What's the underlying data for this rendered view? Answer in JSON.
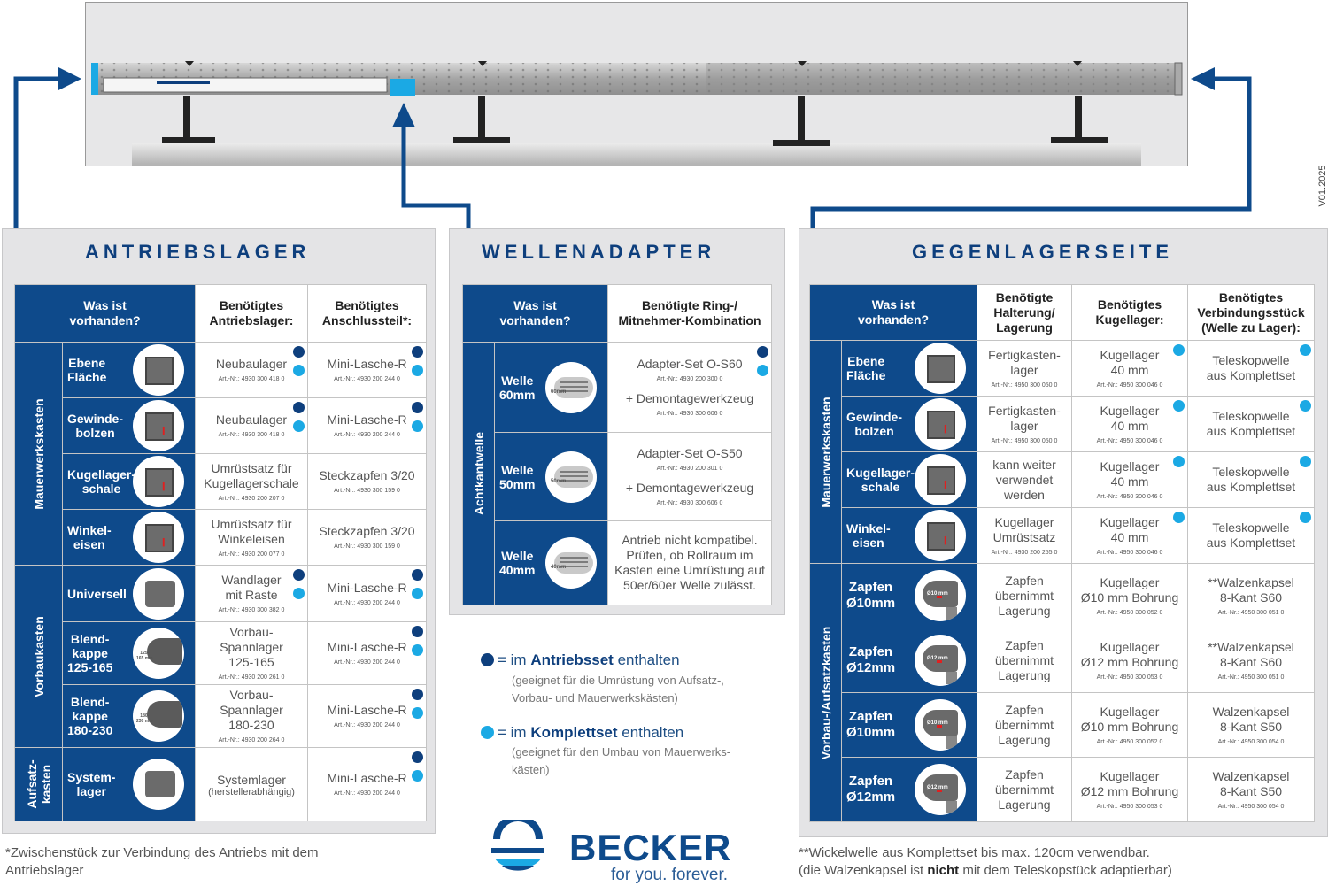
{
  "version": "V01.2025",
  "colors": {
    "dark_dot": "#0e3f7d",
    "light_dot": "#1ba9e4",
    "header_blue": "#0e4a8b",
    "panel_bg": "#e4e4e6"
  },
  "antrieb": {
    "title": "ANTRIEBSLAGER",
    "headers": [
      "Was ist\nvorhanden?",
      "Benötigtes\nAntriebslager:",
      "Benötigtes\nAnschlussteil*:"
    ],
    "groups": [
      "Mauerwerkskasten",
      "Vorbaukasten",
      "Aufsatz-\nkasten"
    ],
    "rows": [
      {
        "label": "Ebene\nFläche",
        "pic": "wall-plate-icon",
        "lager": "Neubaulager",
        "lager_nr": "Art.-Nr.: 4930 300 418 0",
        "lager_dots": [
          "dark",
          "light"
        ],
        "teil": "Mini-Lasche-R",
        "teil_nr": "Art.-Nr.: 4930 200 244 0",
        "teil_dots": [
          "dark",
          "light"
        ]
      },
      {
        "label": "Gewinde-\nbolzen",
        "pic": "threaded-bolt-icon",
        "lager": "Neubaulager",
        "lager_nr": "Art.-Nr.: 4930 300 418 0",
        "lager_dots": [
          "dark",
          "light"
        ],
        "teil": "Mini-Lasche-R",
        "teil_nr": "Art.-Nr.: 4930 200 244 0",
        "teil_dots": [
          "dark",
          "light"
        ]
      },
      {
        "label": "Kugellager-\nschale",
        "pic": "bearing-shell-icon",
        "lager": "Umrüstsatz für\nKugellagerschale",
        "lager_nr": "Art.-Nr.: 4930 200 207 0",
        "lager_dots": [],
        "teil": "Steckzapfen 3/20",
        "teil_nr": "Art.-Nr.: 4930 300 159 0",
        "teil_dots": []
      },
      {
        "label": "Winkel-\neisen",
        "pic": "angle-iron-icon",
        "lager": "Umrüstsatz für\nWinkeleisen",
        "lager_nr": "Art.-Nr.: 4930 200 077 0",
        "lager_dots": [],
        "teil": "Steckzapfen 3/20",
        "teil_nr": "Art.-Nr.: 4930 300 159 0",
        "teil_dots": []
      },
      {
        "label": "Universell",
        "pic": "universal-bracket-icon",
        "lager": "Wandlager\nmit Raste",
        "lager_nr": "Art.-Nr.: 4930 300 382 0",
        "lager_dots": [
          "dark",
          "light"
        ],
        "teil": "Mini-Lasche-R",
        "teil_nr": "Art.-Nr.: 4930 200 244 0",
        "teil_dots": [
          "dark",
          "light"
        ]
      },
      {
        "label": "Blend-\nkappe\n125-165",
        "pic": "end-cap-icon",
        "pic_text": "125-\n165 mm",
        "lager": "Vorbau-\nSpannlager\n125-165",
        "lager_nr": "Art.-Nr.: 4930 200 261 0",
        "lager_dots": [],
        "teil": "Mini-Lasche-R",
        "teil_nr": "Art.-Nr.: 4930 200 244 0",
        "teil_dots": [
          "dark",
          "light"
        ]
      },
      {
        "label": "Blend-\nkappe\n180-230",
        "pic": "end-cap-icon",
        "pic_text": "180-\n230 mm",
        "lager": "Vorbau-\nSpannlager\n180-230",
        "lager_nr": "Art.-Nr.: 4930 200 264 0",
        "lager_dots": [],
        "teil": "Mini-Lasche-R",
        "teil_nr": "Art.-Nr.: 4930 200 244 0",
        "teil_dots": [
          "dark",
          "light"
        ]
      },
      {
        "label": "System-\nlager",
        "pic": "system-bearing-icon",
        "lager": "Systemlager",
        "lager_sub": "(herstellerabhängig)",
        "lager_dots": [],
        "teil": "Mini-Lasche-R",
        "teil_nr": "Art.-Nr.: 4930 200 244 0",
        "teil_dots": [
          "dark",
          "light"
        ]
      }
    ]
  },
  "wellen": {
    "title": "WELLENADAPTER",
    "headers": [
      "Was ist\nvorhanden?",
      "Benötigte Ring-/\nMitnehmer-Kombination"
    ],
    "group": "Achtkantwelle",
    "rows": [
      {
        "label": "Welle\n60mm",
        "pic_text": "60mm",
        "main": "Adapter-Set O-S60",
        "main_nr": "Art.-Nr.: 4930 200 300 0",
        "extra": "+ Demontagewerkzeug",
        "extra_nr": "Art.-Nr.: 4930 300 606 0",
        "dots": [
          "dark",
          "light"
        ]
      },
      {
        "label": "Welle\n50mm",
        "pic_text": "50mm",
        "main": "Adapter-Set O-S50",
        "main_nr": "Art.-Nr.: 4930 200 301 0",
        "extra": "+ Demontagewerkzeug",
        "extra_nr": "Art.-Nr.: 4930 300 606 0",
        "dots": []
      },
      {
        "label": "Welle\n40mm",
        "pic_text": "40mm",
        "main": "Antrieb nicht  kompatibel.\nPrüfen, ob Rollraum im\nKasten eine Umrüstung auf\n50er/60er Welle zulässt.",
        "dots": []
      }
    ]
  },
  "gegen": {
    "title": "GEGENLAGERSEITE",
    "headers": [
      "Was ist\nvorhanden?",
      "Benötigte\nHalterung/\nLagerung",
      "Benötigtes\nKugellager:",
      "Benötigtes\nVerbindungsstück\n(Welle zu Lager):"
    ],
    "groups": [
      "Mauerwerkskasten",
      "Vorbau-/Aufsatzkasten"
    ],
    "rows": [
      {
        "label": "Ebene\nFläche",
        "pic": "wall-plate-icon",
        "halt": "Fertigkasten-\nlager",
        "halt_nr": "Art.-Nr.: 4950 300 050 0",
        "kug": "Kugellager\n40 mm",
        "kug_nr": "Art.-Nr.: 4950 300 046 0",
        "kug_dots": [
          "light"
        ],
        "verb": "Teleskopwelle\naus Komplettset",
        "verb_dots": [
          "light"
        ]
      },
      {
        "label": "Gewinde-\nbolzen",
        "pic": "threaded-bolt-icon",
        "halt": "Fertigkasten-\nlager",
        "halt_nr": "Art.-Nr.: 4950 300 050 0",
        "kug": "Kugellager\n40 mm",
        "kug_nr": "Art.-Nr.: 4950 300 046 0",
        "kug_dots": [
          "light"
        ],
        "verb": "Teleskopwelle\naus Komplettset",
        "verb_dots": [
          "light"
        ]
      },
      {
        "label": "Kugellager-\nschale",
        "pic": "bearing-shell-icon",
        "halt": "kann weiter\nverwendet\nwerden",
        "kug": "Kugellager\n40 mm",
        "kug_nr": "Art.-Nr.: 4950 300 046 0",
        "kug_dots": [
          "light"
        ],
        "verb": "Teleskopwelle\naus Komplettset",
        "verb_dots": [
          "light"
        ]
      },
      {
        "label": "Winkel-\neisen",
        "pic": "angle-iron-icon",
        "halt": "Kugellager\nUmrüstsatz",
        "halt_nr": "Art.-Nr.: 4930 200 255 0",
        "kug": "Kugellager\n40 mm",
        "kug_nr": "Art.-Nr.: 4950 300 046 0",
        "kug_dots": [
          "light"
        ],
        "verb": "Teleskopwelle\naus Komplettset",
        "verb_dots": [
          "light"
        ]
      },
      {
        "label": "Zapfen\nØ10mm",
        "pic": "pin-10mm-icon",
        "pic_text": "Ø10 mm",
        "halt": "Zapfen\nübernimmt\nLagerung",
        "kug": "Kugellager\nØ10 mm Bohrung",
        "kug_nr": "Art.-Nr.: 4950 300 052 0",
        "kug_dots": [],
        "verb": "**Walzenkapsel\n8-Kant S60",
        "verb_nr": "Art.-Nr.: 4950 300 051 0",
        "verb_dots": []
      },
      {
        "label": "Zapfen\nØ12mm",
        "pic": "pin-12mm-icon",
        "pic_text": "Ø12 mm",
        "halt": "Zapfen\nübernimmt\nLagerung",
        "kug": "Kugellager\nØ12 mm Bohrung",
        "kug_nr": "Art.-Nr.: 4950 300 053 0",
        "kug_dots": [],
        "verb": "**Walzenkapsel\n8-Kant S60",
        "verb_nr": "Art.-Nr.: 4950 300 051 0",
        "verb_dots": []
      },
      {
        "label": "Zapfen\nØ10mm",
        "pic": "pin-10mm-icon",
        "pic_text": "Ø10 mm",
        "halt": "Zapfen\nübernimmt\nLagerung",
        "kug": "Kugellager\nØ10 mm Bohrung",
        "kug_nr": "Art.-Nr.: 4950 300 052 0",
        "kug_dots": [],
        "verb": "Walzenkapsel\n8-Kant S50",
        "verb_nr": "Art.-Nr.: 4950 300 054 0",
        "verb_dots": []
      },
      {
        "label": "Zapfen\nØ12mm",
        "pic": "pin-12mm-icon",
        "pic_text": "Ø12 mm",
        "halt": "Zapfen\nübernimmt\nLagerung",
        "kug": "Kugellager\nØ12 mm Bohrung",
        "kug_nr": "Art.-Nr.: 4950 300 053 0",
        "kug_dots": [],
        "verb": "Walzenkapsel\n8-Kant S50",
        "verb_nr": "Art.-Nr.: 4950 300 054 0",
        "verb_dots": []
      }
    ]
  },
  "legend": {
    "dark": {
      "pre": "= im ",
      "bold": "Antriebsset",
      "post": " enthalten",
      "sub": "(geeignet für die Umrüstung von Aufsatz-,\nVorbau- und Mauerwerkskästen)"
    },
    "light": {
      "pre": "= im ",
      "bold": "Komplettset",
      "post": " enthalten",
      "sub": "(geeignet für den Umbau von Mauerwerks-\nkästen)"
    }
  },
  "brand": {
    "name": "BECKER",
    "tagline": "for you. forever."
  },
  "footnotes": {
    "left": "*Zwischenstück zur Verbindung des Antriebs mit dem\nAntriebslager",
    "right_1": "**Wickelwelle aus Komplettset bis max. 120cm verwendbar.",
    "right_2_pre": "(die Walzenkapsel ist ",
    "right_2_bold": "nicht",
    "right_2_post": " mit dem Teleskopstück adaptierbar)"
  }
}
